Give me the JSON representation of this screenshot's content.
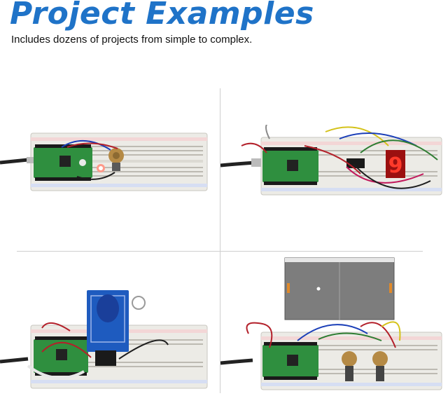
{
  "header": {
    "title": "Project Examples",
    "subtitle": "Includes dozens of projects from simple to complex."
  },
  "colors": {
    "title_blue": "#1f73c8",
    "breadboard": "#ecebe6",
    "pico_green": "#2f8f3f",
    "rfid_blue": "#1e5bbf",
    "screen_gray": "#7d7d7d"
  },
  "panels": [
    {
      "name": "potentiometer-led-project"
    },
    {
      "name": "seven-segment-display-project",
      "display_digit": "9"
    },
    {
      "name": "rfid-reader-project"
    },
    {
      "name": "pong-game-project"
    }
  ]
}
